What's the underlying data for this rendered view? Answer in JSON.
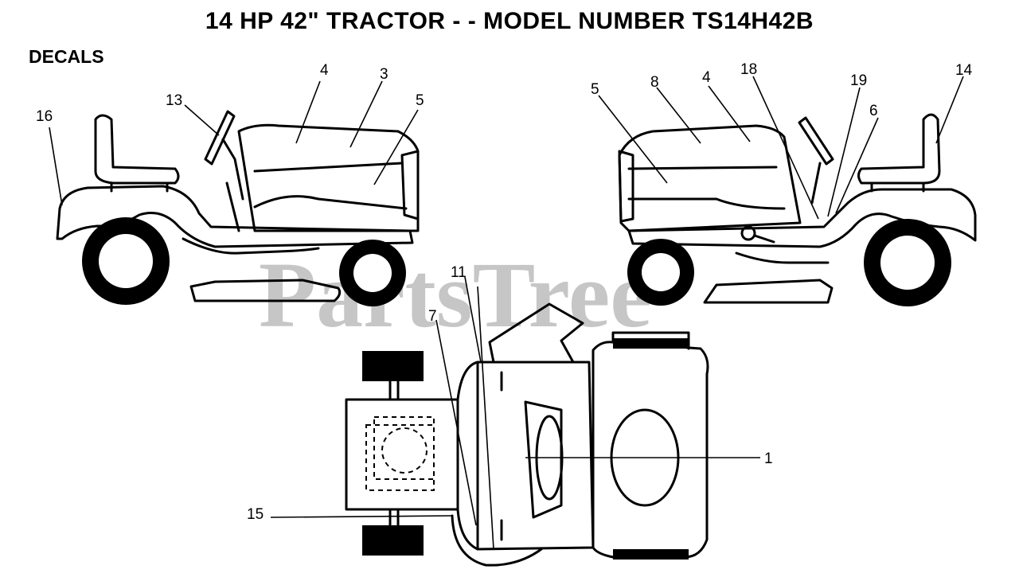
{
  "title": "14 HP 42\" TRACTOR - - MODEL NUMBER TS14H42B",
  "section_label": "DECALS",
  "watermark": "PartsTree",
  "callouts": {
    "left_view": [
      "16",
      "13",
      "4",
      "3",
      "5"
    ],
    "right_view": [
      "5",
      "8",
      "4",
      "18",
      "19",
      "6",
      "14"
    ],
    "top_view": [
      "11",
      "7",
      "1",
      "15"
    ]
  },
  "colors": {
    "line": "#000000",
    "background": "#ffffff",
    "watermark": "#bdbdbd"
  }
}
